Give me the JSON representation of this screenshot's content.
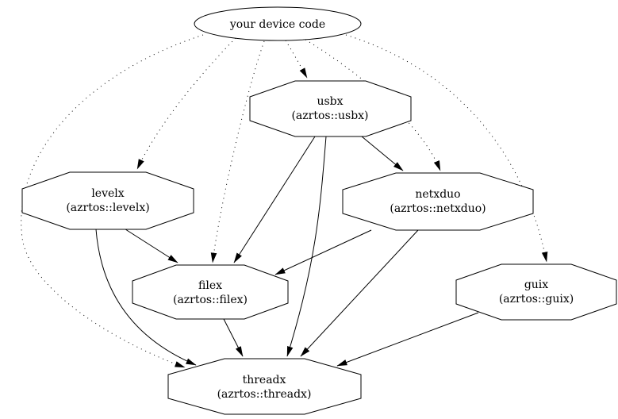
{
  "diagram": {
    "background": "#ffffff",
    "stroke_color": "#000000",
    "text_color": "#000000",
    "nodes": [
      {
        "id": "device",
        "shape": "ellipse",
        "label": "your device code"
      },
      {
        "id": "usbx",
        "shape": "octagon",
        "label": "usbx",
        "sublabel": "(azrtos::usbx)"
      },
      {
        "id": "levelx",
        "shape": "octagon",
        "label": "levelx",
        "sublabel": "(azrtos::levelx)"
      },
      {
        "id": "netxduo",
        "shape": "octagon",
        "label": "netxduo",
        "sublabel": "(azrtos::netxduo)"
      },
      {
        "id": "filex",
        "shape": "octagon",
        "label": "filex",
        "sublabel": "(azrtos::filex)"
      },
      {
        "id": "guix",
        "shape": "octagon",
        "label": "guix",
        "sublabel": "(azrtos::guix)"
      },
      {
        "id": "threadx",
        "shape": "octagon",
        "label": "threadx",
        "sublabel": "(azrtos::threadx)"
      }
    ],
    "edges": [
      {
        "from": "device",
        "to": "usbx",
        "style": "dotted"
      },
      {
        "from": "device",
        "to": "levelx",
        "style": "dotted"
      },
      {
        "from": "device",
        "to": "filex",
        "style": "dotted"
      },
      {
        "from": "device",
        "to": "netxduo",
        "style": "dotted"
      },
      {
        "from": "device",
        "to": "guix",
        "style": "dotted"
      },
      {
        "from": "device",
        "to": "threadx",
        "style": "dotted"
      },
      {
        "from": "usbx",
        "to": "netxduo",
        "style": "solid"
      },
      {
        "from": "usbx",
        "to": "filex",
        "style": "solid"
      },
      {
        "from": "usbx",
        "to": "threadx",
        "style": "solid"
      },
      {
        "from": "levelx",
        "to": "filex",
        "style": "solid"
      },
      {
        "from": "levelx",
        "to": "threadx",
        "style": "solid"
      },
      {
        "from": "netxduo",
        "to": "filex",
        "style": "solid"
      },
      {
        "from": "netxduo",
        "to": "threadx",
        "style": "solid"
      },
      {
        "from": "filex",
        "to": "threadx",
        "style": "solid"
      },
      {
        "from": "guix",
        "to": "threadx",
        "style": "solid"
      }
    ]
  }
}
